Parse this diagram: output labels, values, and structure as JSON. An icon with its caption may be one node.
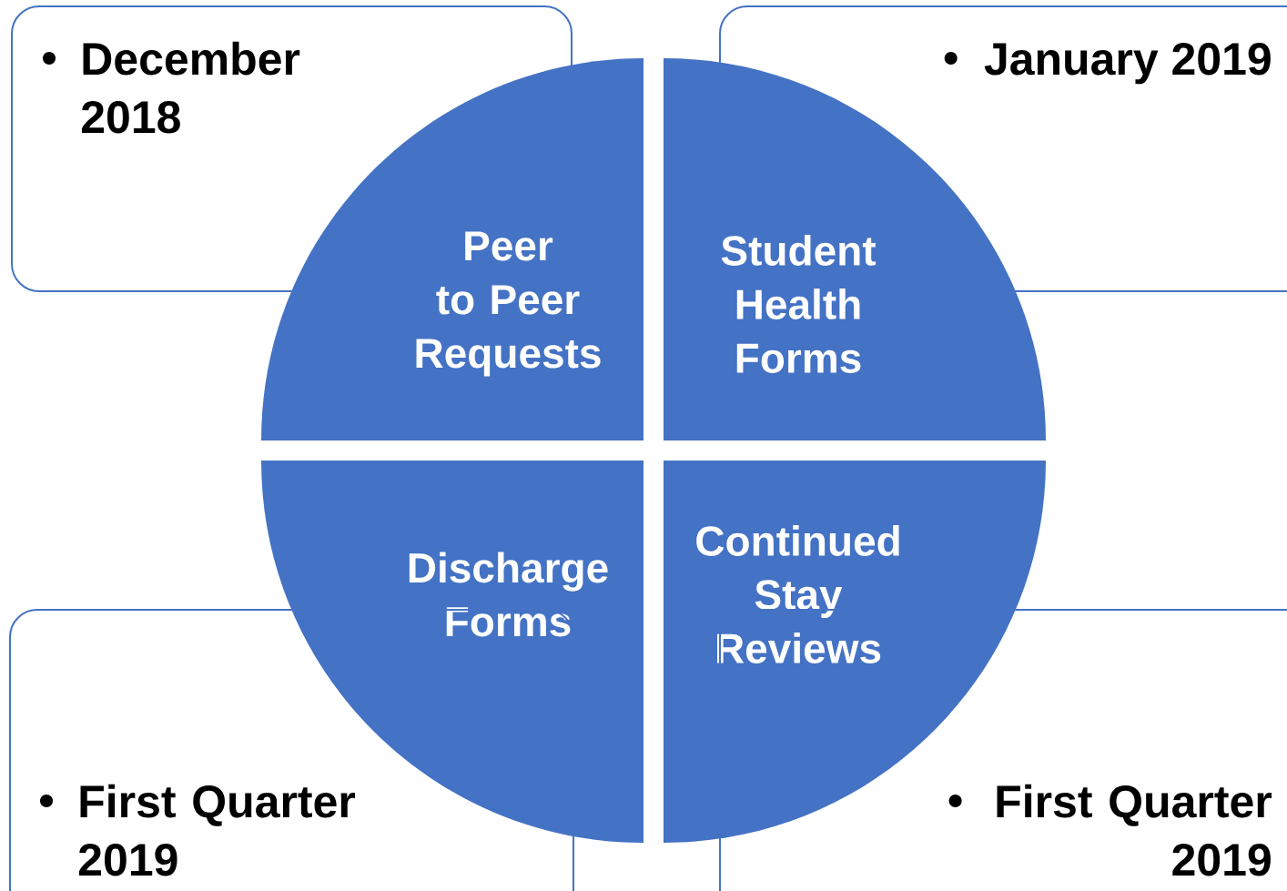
{
  "diagram": {
    "nodes": [
      {
        "text": [
          "December 2018"
        ]
      },
      {
        "text": [
          "January 2019"
        ]
      },
      {
        "text": [
          "Peer to Peer Requests"
        ]
      },
      {
        "text": [
          "Student Health Forms"
        ]
      },
      {
        "text": [
          "Discharge Forms"
        ]
      },
      {
        "text": [
          "Continued Stay Reviews"
        ]
      },
      {
        "text": [
          "First Quarter 2019"
        ]
      },
      {
        "text": [
          "First Quarter 2019"
        ]
      }
    ]
  }
}
